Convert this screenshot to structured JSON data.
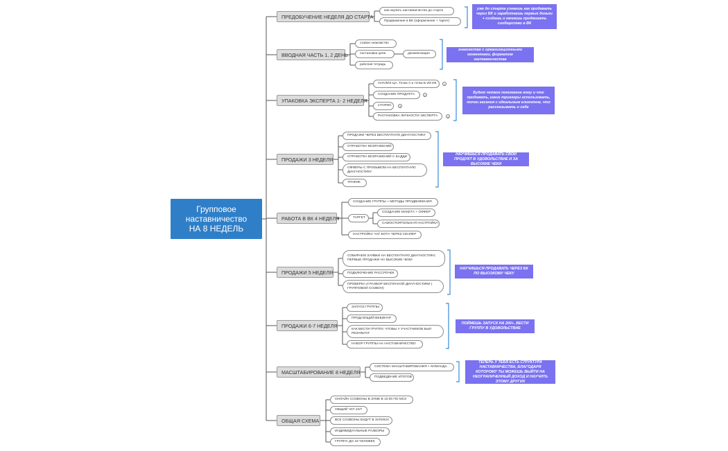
{
  "root": {
    "title": "Групповое\nнаставничество\nНА 8 НЕДЕЛЬ"
  },
  "sections": [
    {
      "title": "ПРЕДОБУЧЕНИЕ НЕДЕЛЯ ДО СТАРТА",
      "items": [
        "как окупить наставничество до старта",
        "Продвижение в ВК (оформление + таргет)"
      ],
      "note": "уже до старта узнаешь как продавать через БК и заработаешь первые деньги + создашь и начнешь продвигать сообщество в ВК"
    },
    {
      "title": "ВВОДНАЯ ЧАСТЬ 1, 2 ДЕНЬ",
      "items": [
        "созвон знакомство",
        "постановка цели",
        "рабочая тетрадь"
      ],
      "sub": "декомпозиция",
      "note": "знакомство с организационными моментами, форматом наставничества"
    },
    {
      "title": "УПАКОВКА ЭКСПЕРТА 1- 2 НЕДЕЛЯ",
      "items": [
        "АНАЛИЗ ЦА. Точка А и точка Б ИЗ ИК",
        "СОЗДАНИЕ ПРОДУКТА",
        "СТОРИС",
        "РАСПАКОВКА ЛИЧНОСТИ ЭКСПЕРТА"
      ],
      "note": "Будет четкое понимание кому и что продавать, какие триггеры использовать, точки касания с идеальным клиентом, что рассказывать о себе"
    },
    {
      "title": "ПРОДАЖИ 3 НЕДЕЛЯ",
      "items": [
        "ПРОДАЖИ ЧЕРЕЗ БЕСПЛАТНУЮ ДИАГНОСТИКУ",
        "ОТРАБОТКА ВОЗРАЖЕНИЙ",
        "ОТРАБОТКА ВОЗРАЖЕНИЙ С БАДДИ",
        "ОФФЕРЫ С ПРИЗЫВОМ НА БЕСПЛАТНУЮ ДИАГНОСТИКУ",
        "ТРАФИК"
      ],
      "note": "НАУЧИШЬСЯ ПРОДАВАТЬ СВОЙ ПРОДУКТ В УДОВОЛЬСТВИЕ И ЗА ВЫСОКИЕ ЧЕКИ"
    },
    {
      "title": "РАБОТА В ВК 4 НЕДЕЛЯ",
      "items": [
        "СОЗДАНИЕ ГРУППЫ + МЕТОДЫ ПРОДВИЖЕНИЯ",
        "ТАРГЕТ",
        "НАСТРОЙКА ЧАТ БОТА ЧЕРЕЗ СЕНЛЕР"
      ],
      "sub": [
        "СОЗДАНИЕ МАКЕТА + ОФФЕР",
        "САМОСТОЯТЕЛЬНАЯ НАСТРОЙКА"
      ]
    },
    {
      "title": "ПРОДАЖИ 5 НЕДЕЛЯ",
      "items": [
        "СОБИРАЕМ ЗАЯВКИ НА БЕСПЛАТНУЮ ДИАГНОСТИКУ, ПЕРВЫЕ ПРОДАЖИ НА ВЫСОКИЕ ЧЕКИ",
        "ПОДКЛЮЧЕНИЕ РАССРОЧЕК",
        "ПРОВЕРКА И РАЗБОР БЕСПЛАНОЙ ДИАГНОСТИКИ ( ГРУППОВОЙ СОЗВОН)"
      ],
      "note": "НАУЧИШЬСЯ ПРОДАВАТЬ ЧЕРЕЗ БК ПО ВЫСОКОМУ ЧЕКУ"
    },
    {
      "title": "ПРОДАЖИ 6-7 НЕДЕЛЯ",
      "items": [
        "ЗАПУСК ГРУППЫ",
        "ПРОДАЮЩИЙ ВЕБИНАР",
        "КАК ВЕСТИ ГРУППУ, ЧТОБЫ У УЧАСТНИКОВ БЫЛ РЕЗУЛЬТАТ",
        "НАБОР ГРУППЫ НА НАСТАВНИЧЕСТВО"
      ],
      "note": "ПОЙМЕШЬ ЗАПУСК НА 200+, ВЕСТИ ГРУППУ В УДОВОЛЬСТВИЕ"
    },
    {
      "title": "МАСШТАБИРОВАНИЕ 8 НЕДЕЛЯ",
      "items": [
        "СИСТЕМА МАСШТАБИРОВАНИЯ + КОМАНДА",
        "ПОДВЕДЕНИЕ ИТОГОВ"
      ],
      "note": "ТЕПЕРЬ У ТЕБЯ ЕСТЬ СТРУКТУРА НАСТАВНИЧЕСТВА, БЛАГОДАРЯ КОТОРОМУ ТЫ МОЖЕШЬ ВЫЙТИ НА НЕОГРАНИЧЕННЫЙ ДОХОД И НАУЧИТЬ ЭТОМУ ДРУГИХ"
    },
    {
      "title": "ОБЩАЯ СХЕМА",
      "items": [
        "ОНЛАЙН СОЗВОНЫ В ЗУМЕ В 10:00 ПО МСК",
        "ОБЩИЙ ЧАТ 24/7",
        "ВСЕ СОЗВОНЫ БУДУТ В ЗАПИСИ",
        "ИНДИВИДУАЛЬНЫЕ РАЗБОРЫ",
        "ГРУППА ДО 15 ЧЕЛОВЕК"
      ]
    }
  ],
  "badges": [
    "1",
    "2",
    "3",
    "4"
  ],
  "colors": {
    "root": "#2f7fc8",
    "note": "#7a72f0",
    "bracket": "#3a8ad8"
  }
}
